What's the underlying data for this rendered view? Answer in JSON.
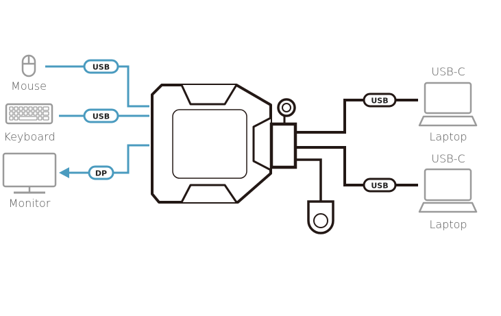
{
  "colors": {
    "blue": "#4a9bbf",
    "gray": "#9a9a9a",
    "black": "#231815"
  },
  "left": {
    "mouse": {
      "label": "Mouse",
      "cable": "USB",
      "icon": "mouse-icon"
    },
    "keyboard": {
      "label": "Keyboard",
      "cable": "USB",
      "icon": "keyboard-icon"
    },
    "monitor": {
      "label": "Monitor",
      "cable": "DP",
      "icon": "monitor-icon"
    }
  },
  "right": {
    "laptops": [
      {
        "type": "USB-C",
        "label": "Laptop",
        "cable": "USB"
      },
      {
        "type": "USB-C",
        "label": "Laptop",
        "cable": "USB"
      }
    ]
  }
}
